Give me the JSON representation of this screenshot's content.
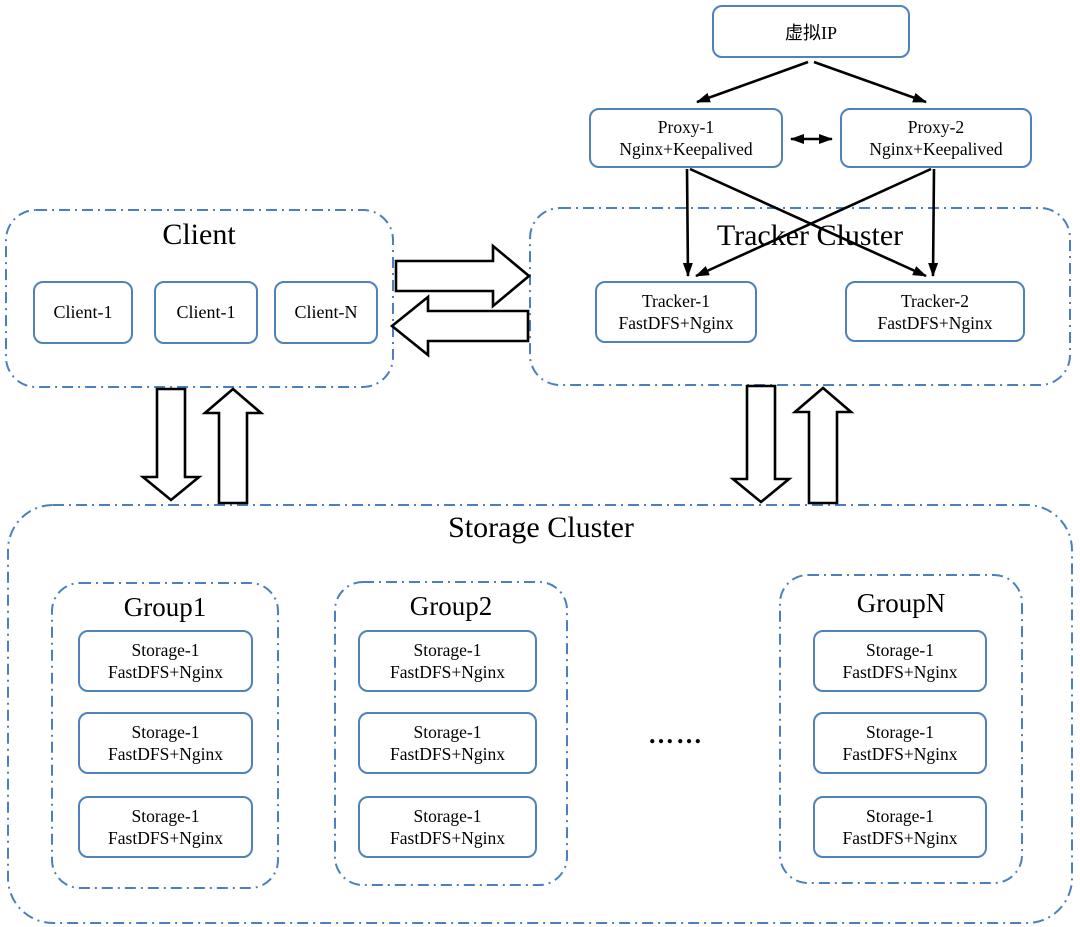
{
  "diagram": {
    "virtual_ip": {
      "label": "虚拟IP"
    },
    "proxies": [
      {
        "line1": "Proxy-1",
        "line2": "Nginx+Keepalived"
      },
      {
        "line1": "Proxy-2",
        "line2": "Nginx+Keepalived"
      }
    ],
    "client_cluster": {
      "title": "Client",
      "nodes": [
        {
          "label": "Client-1"
        },
        {
          "label": "Client-1"
        },
        {
          "label": "Client-N"
        }
      ]
    },
    "tracker_cluster": {
      "title": "Tracker Cluster",
      "nodes": [
        {
          "line1": "Tracker-1",
          "line2": "FastDFS+Nginx"
        },
        {
          "line1": "Tracker-2",
          "line2": "FastDFS+Nginx"
        }
      ]
    },
    "storage_cluster": {
      "title": "Storage Cluster",
      "ellipsis": "……",
      "groups": [
        {
          "title": "Group1",
          "nodes": [
            {
              "line1": "Storage-1",
              "line2": "FastDFS+Nginx"
            },
            {
              "line1": "Storage-1",
              "line2": "FastDFS+Nginx"
            },
            {
              "line1": "Storage-1",
              "line2": "FastDFS+Nginx"
            }
          ]
        },
        {
          "title": "Group2",
          "nodes": [
            {
              "line1": "Storage-1",
              "line2": "FastDFS+Nginx"
            },
            {
              "line1": "Storage-1",
              "line2": "FastDFS+Nginx"
            },
            {
              "line1": "Storage-1",
              "line2": "FastDFS+Nginx"
            }
          ]
        },
        {
          "title": "GroupN",
          "nodes": [
            {
              "line1": "Storage-1",
              "line2": "FastDFS+Nginx"
            },
            {
              "line1": "Storage-1",
              "line2": "FastDFS+Nginx"
            },
            {
              "line1": "Storage-1",
              "line2": "FastDFS+Nginx"
            }
          ]
        }
      ]
    },
    "colors": {
      "box_border": "#4f81bd",
      "dash_border": "#4a80c0",
      "arrow": "#000000",
      "text": "#000000",
      "background": "#ffffff"
    }
  }
}
